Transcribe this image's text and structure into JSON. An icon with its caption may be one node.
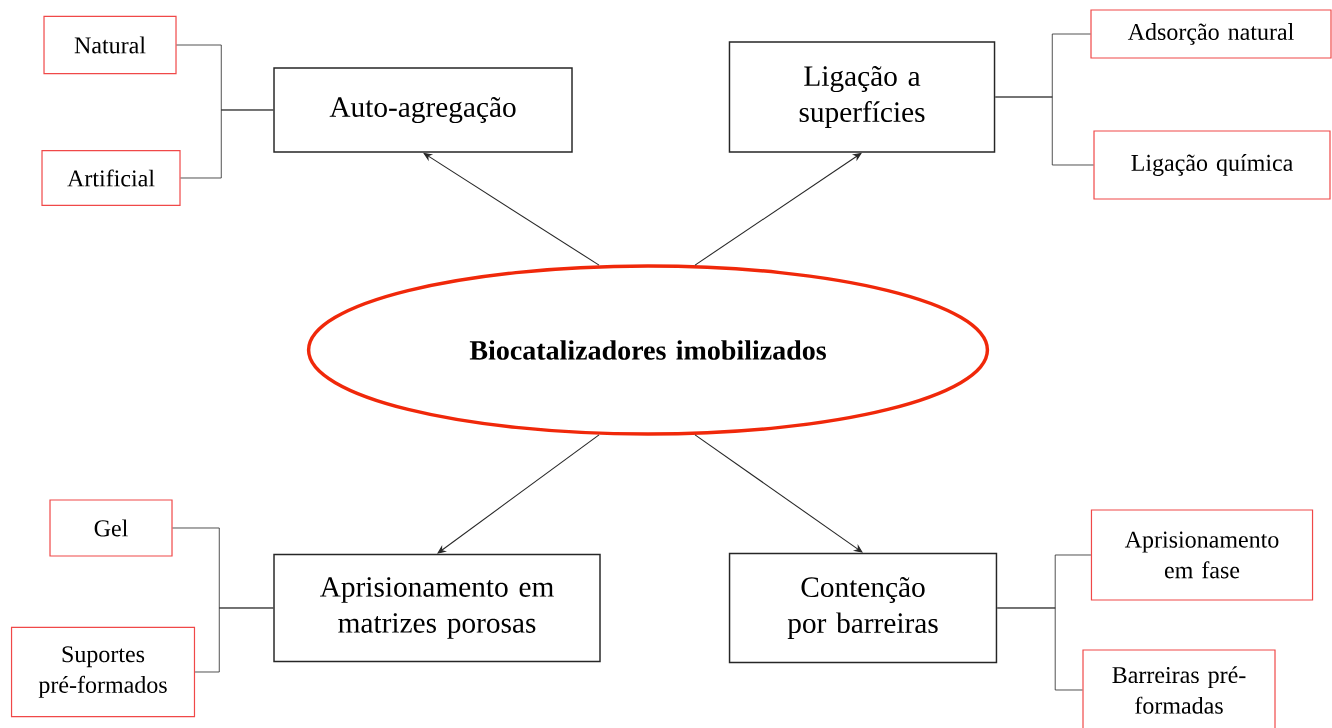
{
  "diagram": {
    "nodes": [
      {
        "text": [
          "Biocatalizadores imobilizados"
        ]
      },
      {
        "text": [
          "Auto-agregação"
        ]
      },
      {
        "text": [
          "Natural"
        ]
      },
      {
        "text": [
          "Artificial"
        ]
      },
      {
        "text": [
          "Ligação a superfícies"
        ]
      },
      {
        "text": [
          "Adsorção natural"
        ]
      },
      {
        "text": [
          "Ligação química"
        ]
      },
      {
        "text": [
          "Aprisionamento em matrizes porosas"
        ]
      },
      {
        "text": [
          "Gel"
        ]
      },
      {
        "text": [
          "Suportes pré-formados"
        ]
      },
      {
        "text": [
          "Contenção por barreiras"
        ]
      },
      {
        "text": [
          "Aprisionamento em fase"
        ]
      },
      {
        "text": [
          "Barreiras pré-formadas"
        ]
      }
    ],
    "edges": [
      {
        "from": 0,
        "to": 1,
        "arrow": "to"
      },
      {
        "from": 0,
        "to": 4,
        "arrow": "to"
      },
      {
        "from": 0,
        "to": 7,
        "arrow": "to"
      },
      {
        "from": 0,
        "to": 10,
        "arrow": "to"
      },
      {
        "from": 1,
        "to": 2,
        "arrow": "none"
      },
      {
        "from": 1,
        "to": 3,
        "arrow": "none"
      },
      {
        "from": 4,
        "to": 5,
        "arrow": "none"
      },
      {
        "from": 4,
        "to": 6,
        "arrow": "none"
      },
      {
        "from": 7,
        "to": 8,
        "arrow": "none"
      },
      {
        "from": 7,
        "to": 9,
        "arrow": "none"
      },
      {
        "from": 10,
        "to": 11,
        "arrow": "none"
      },
      {
        "from": 10,
        "to": 12,
        "arrow": "none"
      }
    ]
  }
}
